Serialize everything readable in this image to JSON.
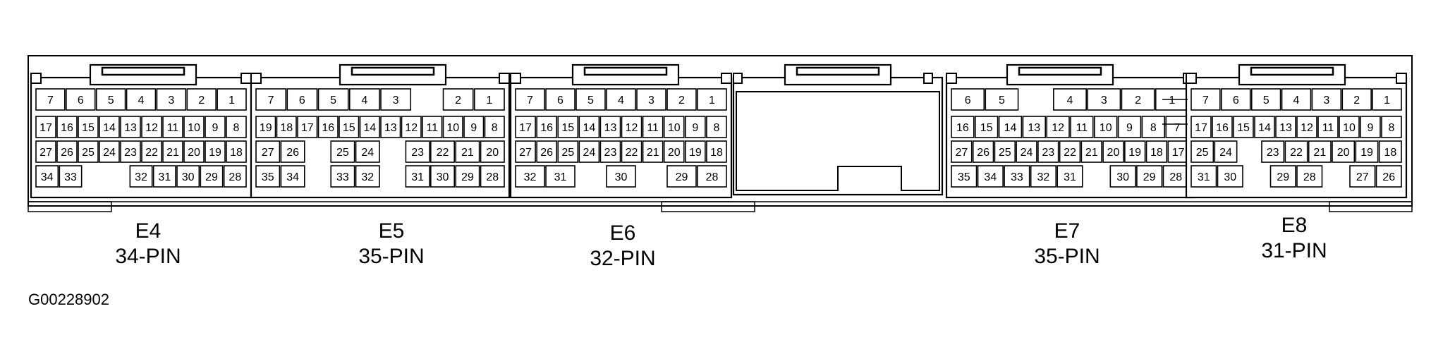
{
  "figure_id": "G00228902",
  "connectors": [
    {
      "id": "E4",
      "pins_label": "34-PIN",
      "rows": [
        [
          "7",
          "6",
          "5",
          "4",
          "3",
          "2",
          "1"
        ],
        [
          "17",
          "16",
          "15",
          "14",
          "13",
          "12",
          "11",
          "10",
          "9",
          "8"
        ],
        [
          "27",
          "26",
          "25",
          "24",
          "23",
          "22",
          "21",
          "20",
          "19",
          "18"
        ],
        [
          "34",
          "33",
          "",
          "",
          "32",
          "31",
          "30",
          "29",
          "28"
        ]
      ]
    },
    {
      "id": "E5",
      "pins_label": "35-PIN",
      "rows": [
        [
          "7",
          "6",
          "5",
          "4",
          "3",
          "",
          "2",
          "1"
        ],
        [
          "19",
          "18",
          "17",
          "16",
          "15",
          "14",
          "13",
          "12",
          "11",
          "10",
          "9",
          "8"
        ],
        [
          "27",
          "26",
          "",
          "25",
          "24",
          "",
          "23",
          "22",
          "21",
          "20"
        ],
        [
          "35",
          "34",
          "",
          "33",
          "32",
          "",
          "31",
          "30",
          "29",
          "28"
        ]
      ]
    },
    {
      "id": "E6",
      "pins_label": "32-PIN",
      "rows": [
        [
          "7",
          "6",
          "5",
          "4",
          "3",
          "2",
          "1"
        ],
        [
          "17",
          "16",
          "15",
          "14",
          "13",
          "12",
          "11",
          "10",
          "9",
          "8"
        ],
        [
          "27",
          "26",
          "25",
          "24",
          "23",
          "22",
          "21",
          "20",
          "19",
          "18"
        ],
        [
          "32",
          "31",
          "",
          "30",
          "",
          "29",
          "28"
        ]
      ]
    },
    {
      "id": "E7",
      "pins_label": "35-PIN",
      "rows": [
        [
          "6",
          "5",
          "",
          "4",
          "3",
          "2",
          "1"
        ],
        [
          "16",
          "15",
          "14",
          "13",
          "12",
          "11",
          "10",
          "9",
          "8",
          "7"
        ],
        [
          "27",
          "26",
          "25",
          "24",
          "23",
          "22",
          "21",
          "20",
          "19",
          "18",
          "17"
        ],
        [
          "35",
          "34",
          "33",
          "32",
          "31",
          "",
          "30",
          "29",
          "28"
        ]
      ]
    },
    {
      "id": "E8",
      "pins_label": "31-PIN",
      "rows": [
        [
          "7",
          "6",
          "5",
          "4",
          "3",
          "2",
          "1"
        ],
        [
          "17",
          "16",
          "15",
          "14",
          "13",
          "12",
          "11",
          "10",
          "9",
          "8"
        ],
        [
          "25",
          "24",
          "",
          "23",
          "22",
          "21",
          "20",
          "19",
          "18"
        ],
        [
          "31",
          "30",
          "",
          "29",
          "28",
          "",
          "27",
          "26"
        ]
      ]
    }
  ]
}
